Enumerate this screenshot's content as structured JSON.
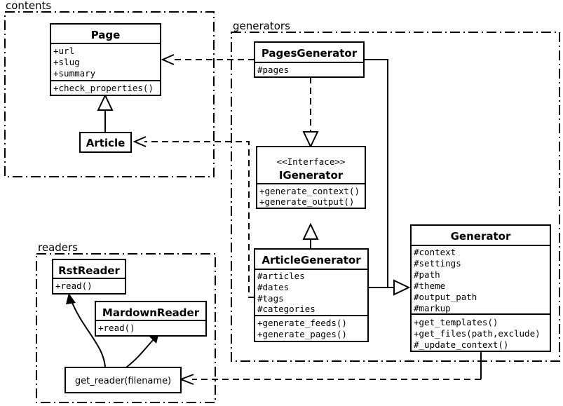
{
  "diagram": {
    "kind": "uml-class-diagram",
    "packages": [
      {
        "id": "contents",
        "label": "contents"
      },
      {
        "id": "generators",
        "label": "generators"
      },
      {
        "id": "readers",
        "label": "readers"
      }
    ],
    "classes": [
      {
        "id": "page",
        "name": "Page",
        "stereotype": "",
        "attributes": [
          "+url",
          "+slug",
          "+summary"
        ],
        "methods": [
          "+check_properties()"
        ]
      },
      {
        "id": "article",
        "name": "Article",
        "stereotype": "",
        "attributes": [],
        "methods": []
      },
      {
        "id": "pagesgenerator",
        "name": "PagesGenerator",
        "stereotype": "",
        "attributes": [
          "#pages"
        ],
        "methods": []
      },
      {
        "id": "igenerator",
        "name": "IGenerator",
        "stereotype": "<<Interface>>",
        "attributes": [],
        "methods": [
          "+generate_context()",
          "+generate_output()"
        ]
      },
      {
        "id": "articlegenerator",
        "name": "ArticleGenerator",
        "stereotype": "",
        "attributes": [
          "#articles",
          "#dates",
          "#tags",
          "#categories"
        ],
        "methods": [
          "+generate_feeds()",
          "+generate_pages()"
        ]
      },
      {
        "id": "generator",
        "name": "Generator",
        "stereotype": "",
        "attributes": [
          "#context",
          "#settings",
          "#path",
          "#theme",
          "#output_path",
          "#markup"
        ],
        "methods": [
          "+get_templates()",
          "+get_files(path,exclude)",
          "#_update_context()"
        ]
      },
      {
        "id": "rstreader",
        "name": "RstReader",
        "stereotype": "",
        "attributes": [],
        "methods": [
          "+read()"
        ]
      },
      {
        "id": "mardownreader",
        "name": "MardownReader",
        "stereotype": "",
        "attributes": [],
        "methods": [
          "+read()"
        ]
      }
    ],
    "functions": [
      {
        "id": "get_reader",
        "label": "get_reader(filename)"
      }
    ],
    "relations": [
      {
        "from": "article",
        "to": "page",
        "type": "generalization"
      },
      {
        "from": "articlegenerator",
        "to": "igenerator",
        "type": "generalization"
      },
      {
        "from": "pagesgenerator",
        "to": "igenerator",
        "type": "realization"
      },
      {
        "from": "pagesgenerator",
        "to": "generator",
        "type": "generalization"
      },
      {
        "from": "articlegenerator",
        "to": "generator",
        "type": "generalization"
      },
      {
        "from": "pagesgenerator",
        "to": "page",
        "type": "dependency"
      },
      {
        "from": "articlegenerator",
        "to": "article",
        "type": "dependency"
      },
      {
        "from": "generator",
        "to": "get_reader",
        "type": "dependency"
      },
      {
        "from": "get_reader",
        "to": "rstreader",
        "type": "curved-arrow"
      },
      {
        "from": "get_reader",
        "to": "mardownreader",
        "type": "curved-arrow"
      }
    ],
    "colors": {
      "line": "#000000",
      "fill": "#ffffff",
      "background": "#ffffff"
    }
  }
}
